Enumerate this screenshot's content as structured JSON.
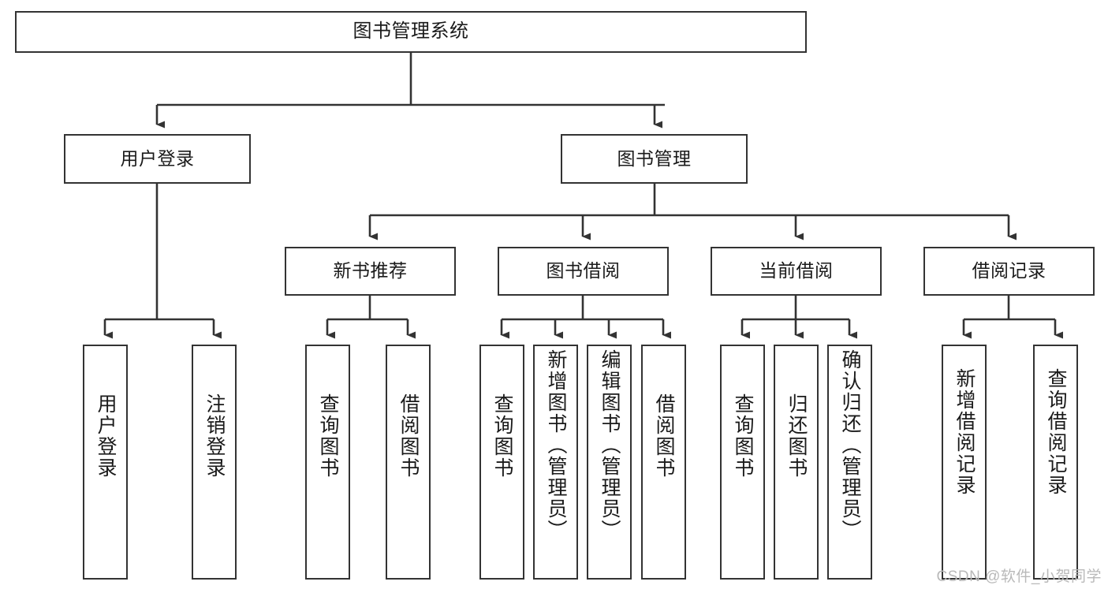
{
  "diagram": {
    "type": "tree",
    "title": "图书管理系统",
    "orientation": "top-down",
    "colors": {
      "node_border": "#333333",
      "node_fill": "#ffffff",
      "edge": "#333333",
      "text": "#1a1a1a",
      "watermark": "#b9b9b9",
      "background": "#ffffff"
    },
    "watermark": "CSDN @软件_小贺同学",
    "nodes": {
      "root": {
        "label": "图书管理系统"
      },
      "level1": [
        {
          "id": "user-login",
          "label": "用户登录"
        },
        {
          "id": "book-manage",
          "label": "图书管理"
        }
      ],
      "level2": [
        {
          "id": "new-book-recommend",
          "label": "新书推荐"
        },
        {
          "id": "book-borrow",
          "label": "图书借阅"
        },
        {
          "id": "current-borrow",
          "label": "当前借阅"
        },
        {
          "id": "borrow-record",
          "label": "借阅记录"
        }
      ],
      "leaves": [
        {
          "id": "leaf-user-login",
          "label": "用户登录",
          "parent": "user-login"
        },
        {
          "id": "leaf-user-logout",
          "label": "注销登录",
          "parent": "user-login"
        },
        {
          "id": "leaf-query-book-1",
          "label": "查询图书",
          "parent": "new-book-recommend"
        },
        {
          "id": "leaf-borrow-book-1",
          "label": "借阅图书",
          "parent": "new-book-recommend"
        },
        {
          "id": "leaf-query-book-2",
          "label": "查询图书",
          "parent": "book-borrow"
        },
        {
          "id": "leaf-add-book",
          "label": "新增图书（管理员）",
          "parent": "book-borrow"
        },
        {
          "id": "leaf-edit-book",
          "label": "编辑图书（管理员）",
          "parent": "book-borrow"
        },
        {
          "id": "leaf-borrow-book-2",
          "label": "借阅图书",
          "parent": "book-borrow"
        },
        {
          "id": "leaf-query-book-3",
          "label": "查询图书",
          "parent": "current-borrow"
        },
        {
          "id": "leaf-return-book",
          "label": "归还图书",
          "parent": "current-borrow"
        },
        {
          "id": "leaf-confirm-return",
          "label": "确认归还（管理员）",
          "parent": "current-borrow"
        },
        {
          "id": "leaf-add-record",
          "label": "新增借阅记录",
          "parent": "borrow-record"
        },
        {
          "id": "leaf-query-record",
          "label": "查询借阅记录",
          "parent": "borrow-record"
        }
      ]
    }
  }
}
